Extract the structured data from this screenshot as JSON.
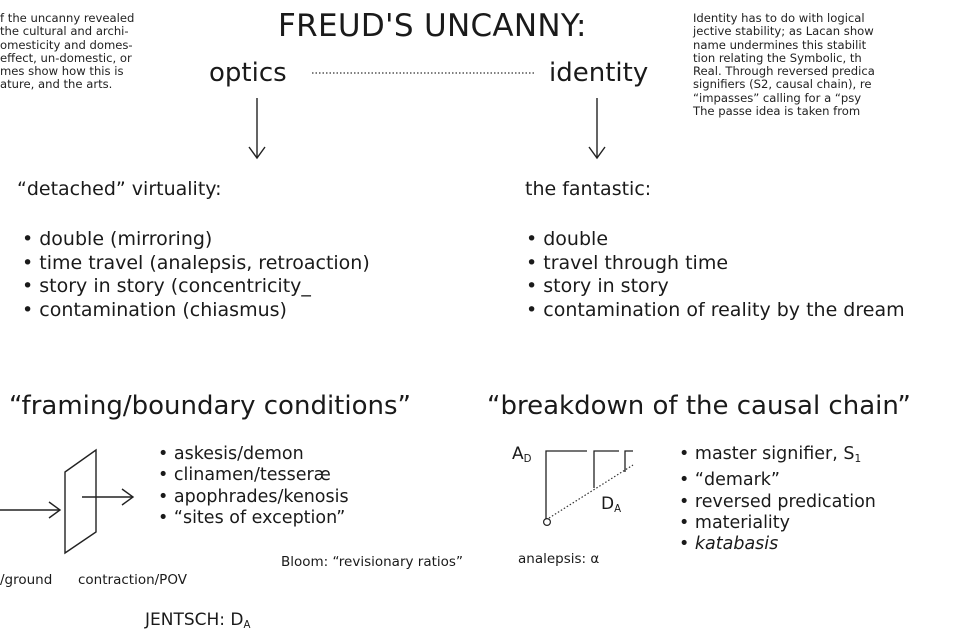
{
  "title": "FREUD'S UNCANNY:",
  "left_note": [
    "f the uncanny revealed",
    "the cultural and archi-",
    "omesticity and domes-",
    "effect, un-domestic, or",
    "mes show how this is",
    "ature, and the arts."
  ],
  "right_note": [
    "Identity has to do with logical",
    "jective stability; as Lacan show",
    "name undermines this stabilit",
    "tion relating the Symbolic, th",
    "Real. Through reversed predica",
    "signifiers (S2, causal chain), re",
    "“impasses” calling for a “psy",
    "The passe idea is taken from"
  ],
  "optics": "optics",
  "identity": "identity",
  "detached_heading": "“detached” virtuality:",
  "detached_items": [
    "double (mirroring)",
    "time travel (analepsis, retroaction)",
    "story in story (concentricity_",
    "contamination (chiasmus)"
  ],
  "fantastic_heading": "the fantastic:",
  "fantastic_items": [
    "double",
    "travel through time",
    "story in story",
    "contamination of reality by the dream"
  ],
  "framing_heading": "“framing/boundary conditions”",
  "framing_items": [
    "askesis/demon",
    "clinamen/tesseræ",
    "apophrades/kenosis",
    "“sites of exception”"
  ],
  "bloom_note": "Bloom: “revisionary ratios”",
  "ground_label": "/ground",
  "contraction_label": "contraction/POV",
  "jentsch": {
    "text": "JENTSCH: D",
    "sub": "A"
  },
  "causal_heading": "“breakdown of the causal chain”",
  "causal_items": [
    {
      "text": "master signifier, S",
      "sub": "1",
      "italic": false
    },
    {
      "text": "“demark”",
      "sub": "",
      "italic": false
    },
    {
      "text": "reversed predication",
      "sub": "",
      "italic": false
    },
    {
      "text": "materiality",
      "sub": "",
      "italic": false
    },
    {
      "text": "katabasis",
      "sub": "",
      "italic": true
    }
  ],
  "ad_label": {
    "text": "A",
    "sub": "D"
  },
  "da_label": {
    "text": "D",
    "sub": "A"
  },
  "analepsis": "analepsis: α"
}
